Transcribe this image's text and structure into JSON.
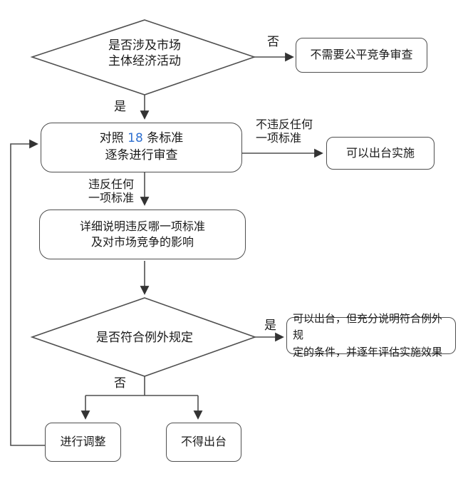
{
  "colors": {
    "accent_number": "#2e6fd0",
    "line": "#4f4f4f",
    "text": "#1a1a1a"
  },
  "diamond1": {
    "line1": "是否涉及市场",
    "line2": "主体经济活动"
  },
  "box_no_review": {
    "label": "不需要公平竞争审查"
  },
  "box_review": {
    "l1_prefix": "对照 ",
    "l1_number": "18",
    "l1_suffix": " 条标准",
    "line2": "逐条进行审查"
  },
  "box_can_implement": {
    "label": "可以出台实施"
  },
  "box_explain": {
    "line1": "详细说明违反哪一项标准",
    "line2": "及对市场竞争的影响"
  },
  "diamond2": {
    "label": "是否符合例外规定"
  },
  "box_exception": {
    "line1": "可以出台，但充分说明符合例外规",
    "line2": "定的条件，并逐年评估实施效果"
  },
  "box_adjust": {
    "label": "进行调整"
  },
  "box_forbid": {
    "label": "不得出台"
  },
  "edge_labels": {
    "no1": "否",
    "yes1": "是",
    "not_violate_line1": "不违反任何",
    "not_violate_line2": "一项标准",
    "violate_line1": "违反任何",
    "violate_line2": "一项标准",
    "yes2": "是",
    "no2": "否"
  }
}
